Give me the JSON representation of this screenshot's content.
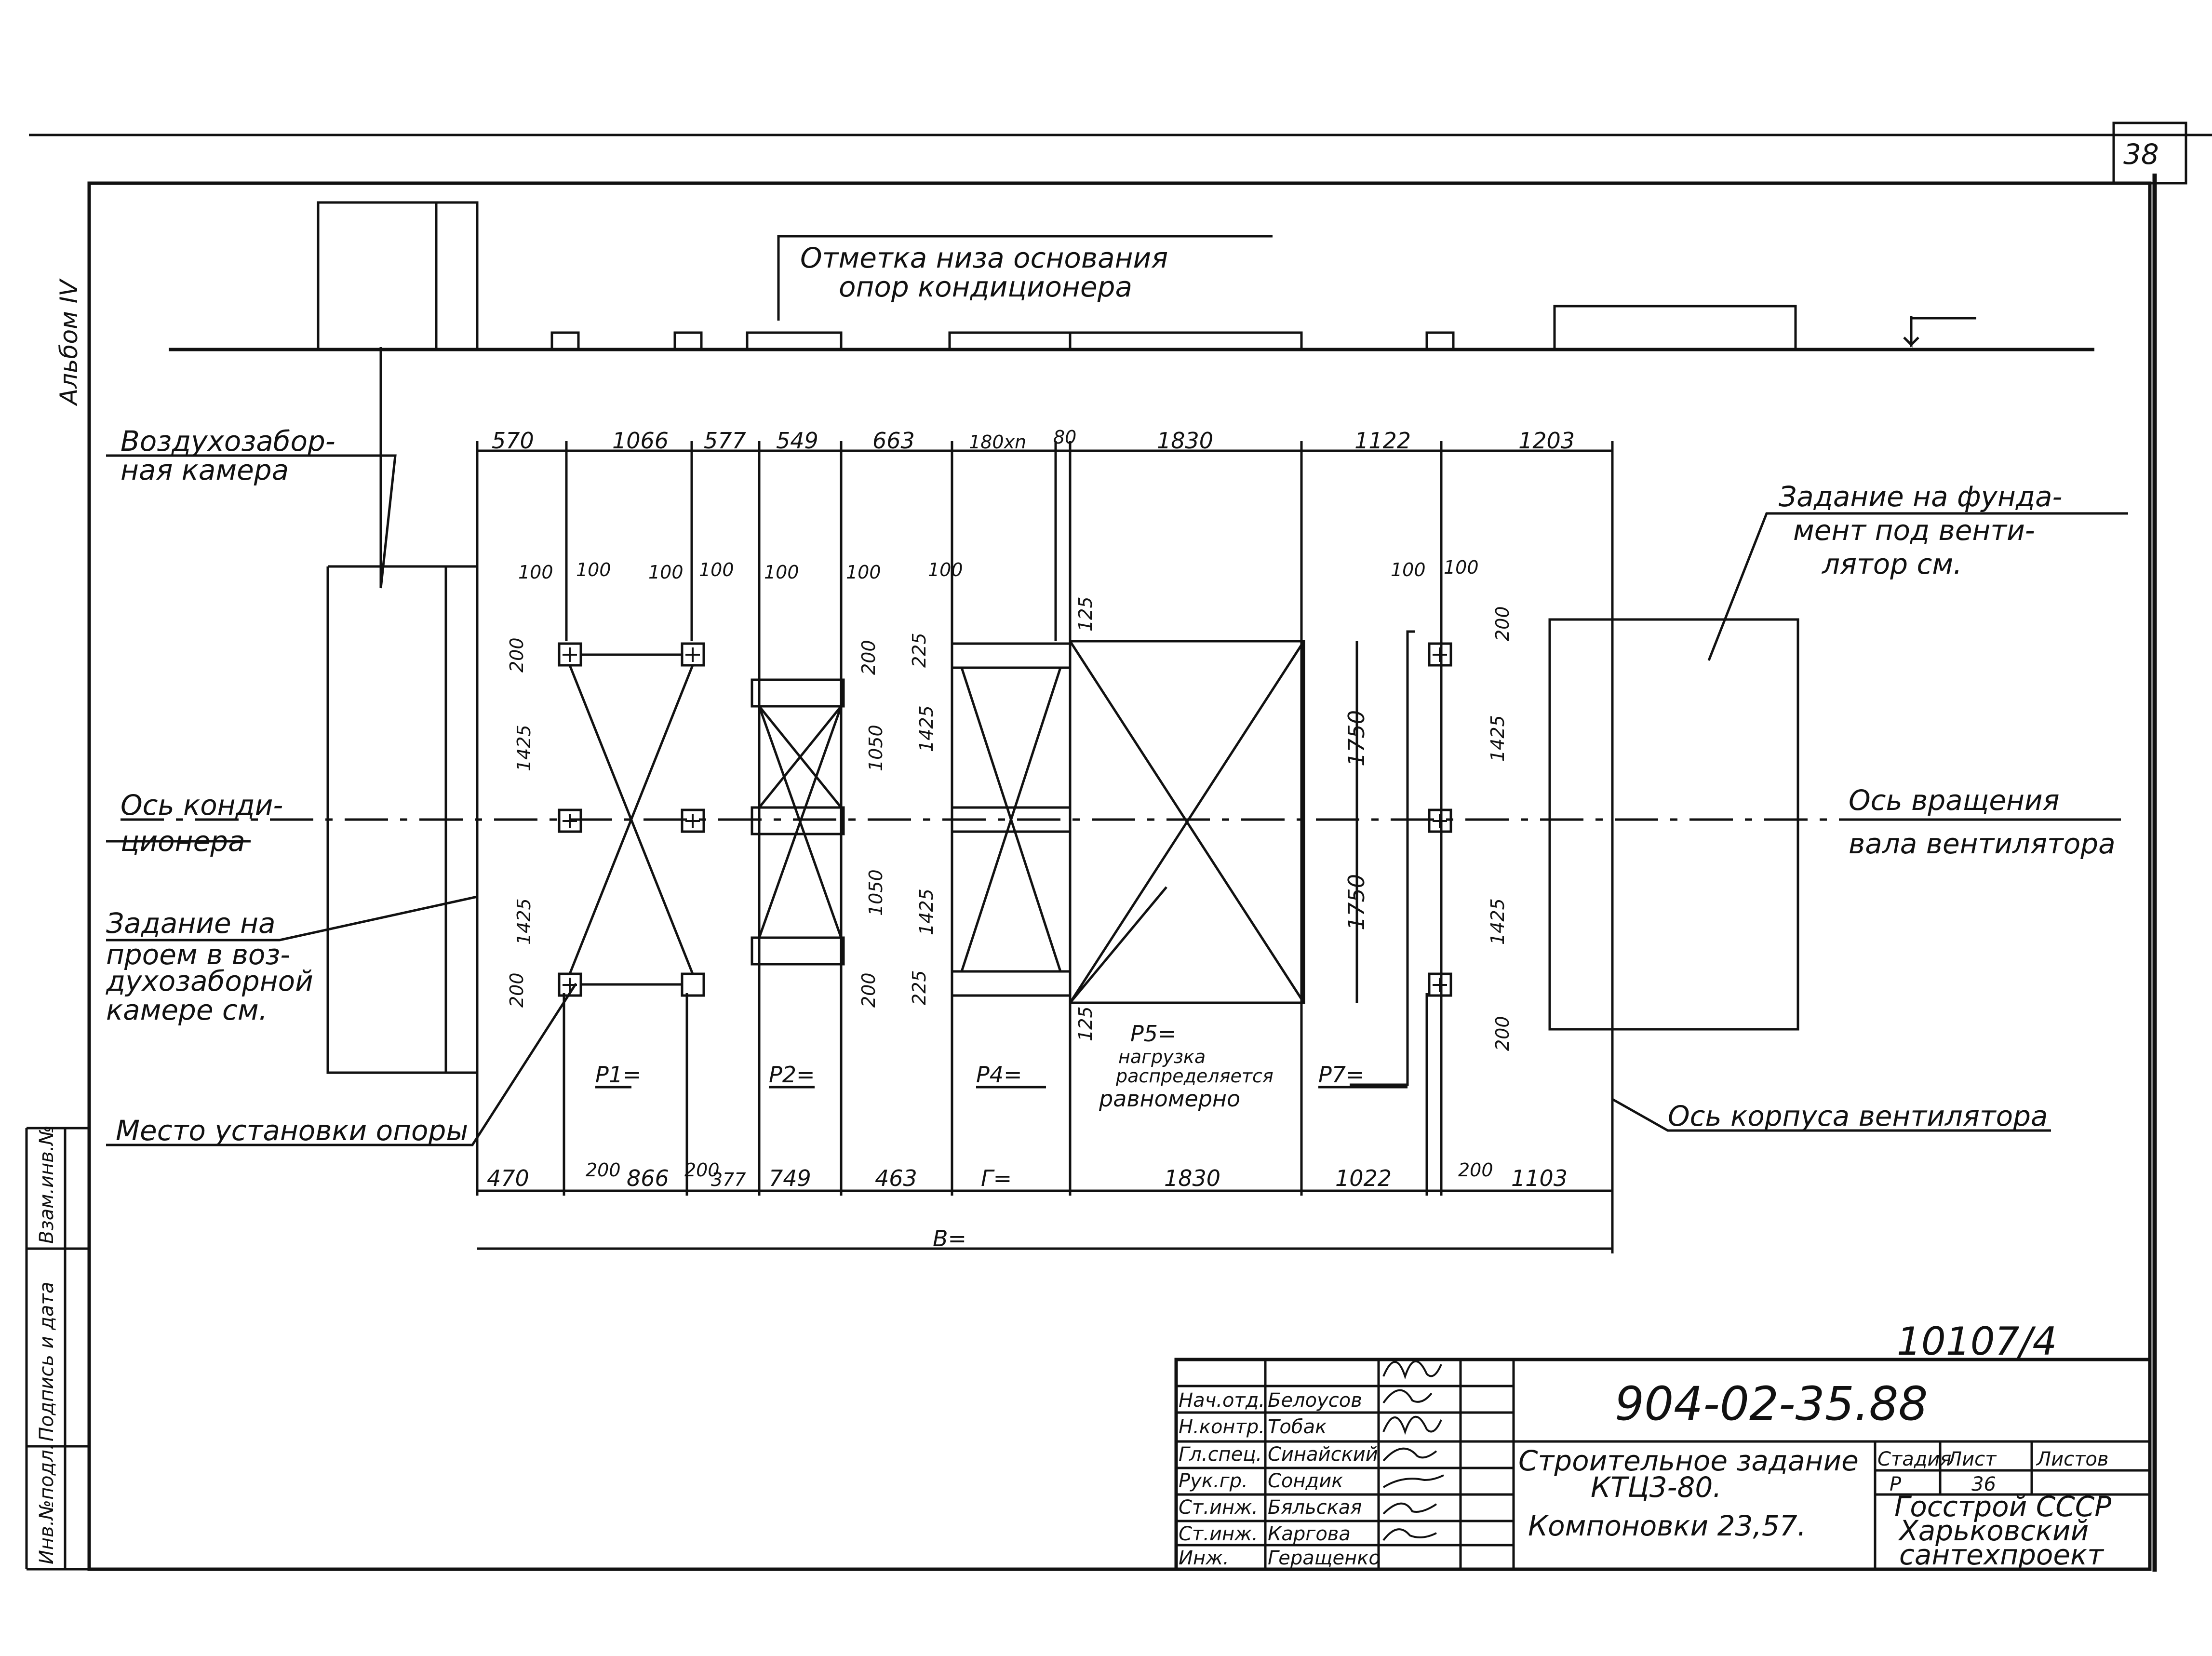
{
  "sheet": {
    "page_number": "38",
    "album": "Альбом IV",
    "side_stamp": [
      "Инв.№подл.",
      "Подпись и дата",
      "Взам.инв.№"
    ]
  },
  "labels": {
    "base_mark_line1": "Отметка низа основания",
    "base_mark_line2": "опор кондиционера",
    "intake_chamber_line1": "Воздухозабор-",
    "intake_chamber_line2": "ная камера",
    "fan_foundation_line1": "Задание на фунда-",
    "fan_foundation_line2": "мент под венти-",
    "fan_foundation_line3": "лятор см.",
    "conditioner_axis_line1": "Ось конди-",
    "conditioner_axis_line2": "ционера",
    "rotation_axis_line1": "Ось вращения",
    "rotation_axis_line2": "вала вентилятора",
    "opening_task_line1": "Задание на",
    "opening_task_line2": "проем в воз-",
    "opening_task_line3": "духозаборной",
    "opening_task_line4": "камере см.",
    "support_place": "Место установки опоры",
    "fan_housing_axis": "Ось корпуса вентилятора",
    "load_p1": "P1=",
    "load_p2": "P2=",
    "load_p4": "P4=",
    "load_p5_line1": "P5=",
    "load_p5_line2": "нагрузка",
    "load_p5_line3": "распределяется",
    "load_p5_line4": "равномерно",
    "load_p7": "P7=",
    "width_b": "B=",
    "dim_g": "Г="
  },
  "dims": {
    "top": [
      "570",
      "1066",
      "577",
      "549",
      "663",
      "180хn",
      "80",
      "1830",
      "1122",
      "1203"
    ],
    "bottom": [
      "470",
      "200",
      "866",
      "200",
      "377",
      "749",
      "463",
      "1830",
      "1022",
      "200",
      "1103"
    ],
    "small": [
      "100",
      "200",
      "1425",
      "1050",
      "225",
      "125",
      "1750"
    ]
  },
  "title_block": {
    "drawing_number": "10107/4",
    "code": "904-02-35.88",
    "title_line1": "Строительное задание",
    "title_line2": "КТЦ3-80.",
    "title_line3": "Компоновки 23,57.",
    "stage_header": "Стадия",
    "sheet_header": "Лист",
    "sheets_header": "Листов",
    "stage": "Р",
    "sheet": "36",
    "org_line1": "Госстрой СССР",
    "org_line2": "Харьковский",
    "org_line3": "сантехпроект",
    "roles": [
      "Нач.отд.",
      "Н.контр.",
      "Гл.спец.",
      "Рук.гр.",
      "Ст.инж.",
      "Ст.инж.",
      "Инж."
    ],
    "names": [
      "Белоусов",
      "Тобак",
      "Синайский",
      "Сондик",
      "Бяльская",
      "Каргова",
      "Геращенко"
    ]
  }
}
